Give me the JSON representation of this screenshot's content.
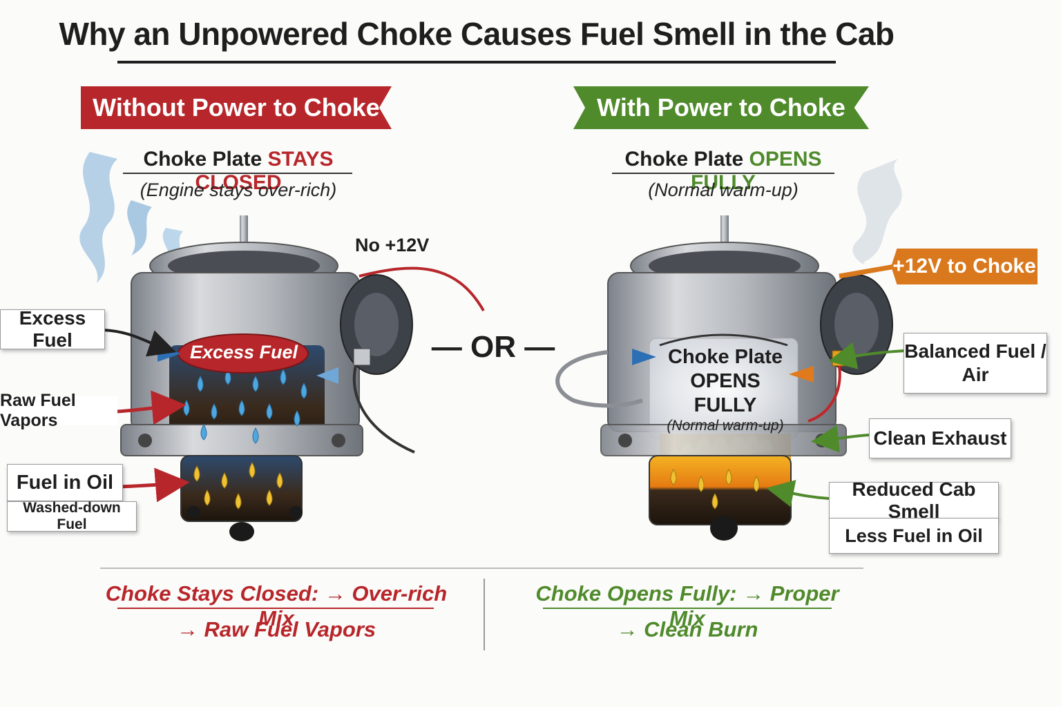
{
  "title": "Why an Unpowered Choke Causes Fuel Smell in the Cab",
  "left": {
    "banner": "Without Power to Choke",
    "heading_prefix": "Choke Plate ",
    "heading_emph": "STAYS CLOSED",
    "subheading": "(Engine stays over-rich)",
    "wire_label": "No +12V",
    "inner_label": "Excess Fuel",
    "callouts": {
      "excess_fuel": "Excess Fuel",
      "raw_vapors": "Raw Fuel Vapors",
      "fuel_in_oil": "Fuel in Oil",
      "washed_down": "Washed-down Fuel"
    },
    "summary_line1": "Choke Stays Closed: → Over-rich Mix",
    "summary_line2": "→ Raw Fuel Vapors"
  },
  "separator": "— OR —",
  "right": {
    "banner": "With Power to Choke",
    "heading_prefix": "Choke Plate ",
    "heading_emph": "OPENS FULLY",
    "subheading": "(Normal warm-up)",
    "power_tag": "+12V to Choke",
    "inner_line1": "Choke Plate",
    "inner_line2": "OPENS FULLY",
    "inner_line3": "(Normal warm-up)",
    "callouts": {
      "balanced": "Balanced Fuel / Air",
      "clean_exhaust": "Clean Exhaust",
      "reduced_smell": "Reduced Cab Smell",
      "less_fuel_oil": "Less Fuel in Oil"
    },
    "summary_line1": "Choke Opens Fully: → Proper Mix",
    "summary_line2": "→ Clean Burn"
  },
  "colors": {
    "red": "#b7262a",
    "green": "#4f8a2b",
    "orange": "#d9781c",
    "metal": "#a9adb3"
  }
}
